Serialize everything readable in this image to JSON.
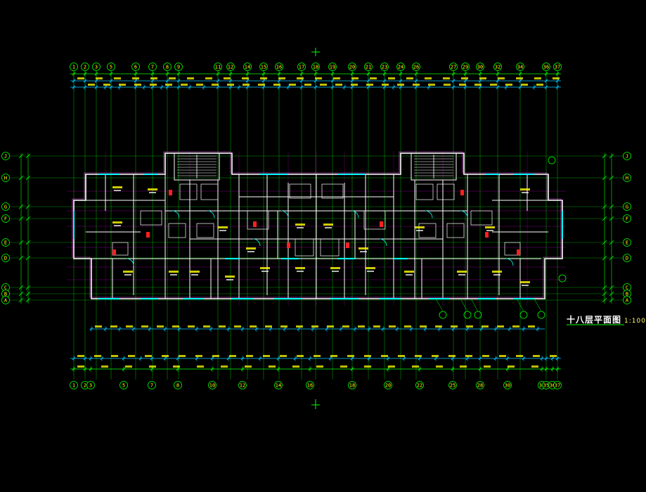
{
  "drawing": {
    "title": "十八层平面图",
    "scale": "1:100"
  },
  "axes": {
    "top_labels": [
      "1",
      "2",
      "3",
      "5",
      "6",
      "7",
      "8",
      "9",
      "11",
      "12",
      "14",
      "15",
      "16",
      "17",
      "18",
      "19",
      "20",
      "21",
      "23",
      "24",
      "26",
      "27",
      "29",
      "30",
      "32",
      "34",
      "36",
      "37"
    ],
    "bottom_labels": [
      "1",
      "2",
      "3",
      "5",
      "7",
      "8",
      "10",
      "12",
      "14",
      "16",
      "18",
      "20",
      "22",
      "25",
      "28",
      "30",
      "32",
      "35",
      "36",
      "37"
    ],
    "side_labels": [
      "J",
      "H",
      "G",
      "F",
      "E",
      "D",
      "C",
      "B",
      "A"
    ]
  },
  "colors": {
    "background": "#000000",
    "axis": "#00ff00",
    "dimension": "#00c8ff",
    "wall": "#ffffff",
    "grid": "#ff00ff",
    "dim_text": "#ffff00",
    "door": "#00ffff",
    "column": "#ff2020",
    "outline": "#ff66ff"
  }
}
